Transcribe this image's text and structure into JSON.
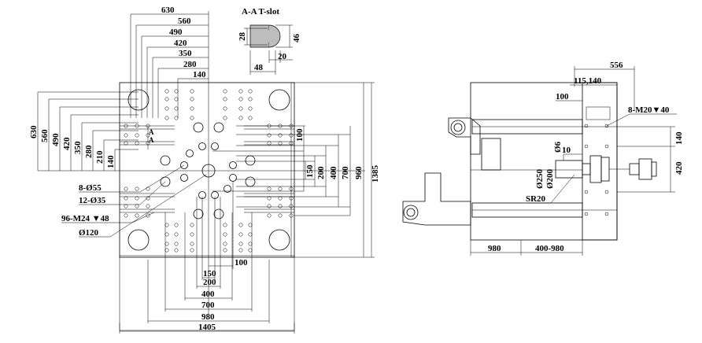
{
  "front_view": {
    "top_dims": [
      "630",
      "560",
      "490",
      "420",
      "350",
      "280",
      "140"
    ],
    "left_dims": [
      "630",
      "560",
      "490",
      "420",
      "350",
      "280",
      "210",
      "140"
    ],
    "right_dims": [
      "100",
      "150",
      "200",
      "400",
      "700",
      "960",
      "1385"
    ],
    "bottom_dims": [
      "100",
      "150",
      "200",
      "400",
      "700",
      "980",
      "1405"
    ],
    "section_marker": "A",
    "callouts": {
      "holes_8": "8-Ø55",
      "holes_12": "12-Ø35",
      "tapped": "96-M24 ▼48",
      "center": "Ø120"
    }
  },
  "tslot": {
    "title": "A-A T-slot",
    "d28": "28",
    "d46": "46",
    "d20": "20",
    "d48": "48"
  },
  "side_view": {
    "d556": "556",
    "d115": "115,140",
    "d100": "100",
    "holes": "8-M20▼40",
    "d140": "140",
    "d420": "420",
    "d6": "Ø6",
    "d10": "10",
    "d250": "Ø250",
    "d200": "Ø200",
    "sr20": "SR20",
    "d980": "980",
    "d400_980": "400-980"
  }
}
